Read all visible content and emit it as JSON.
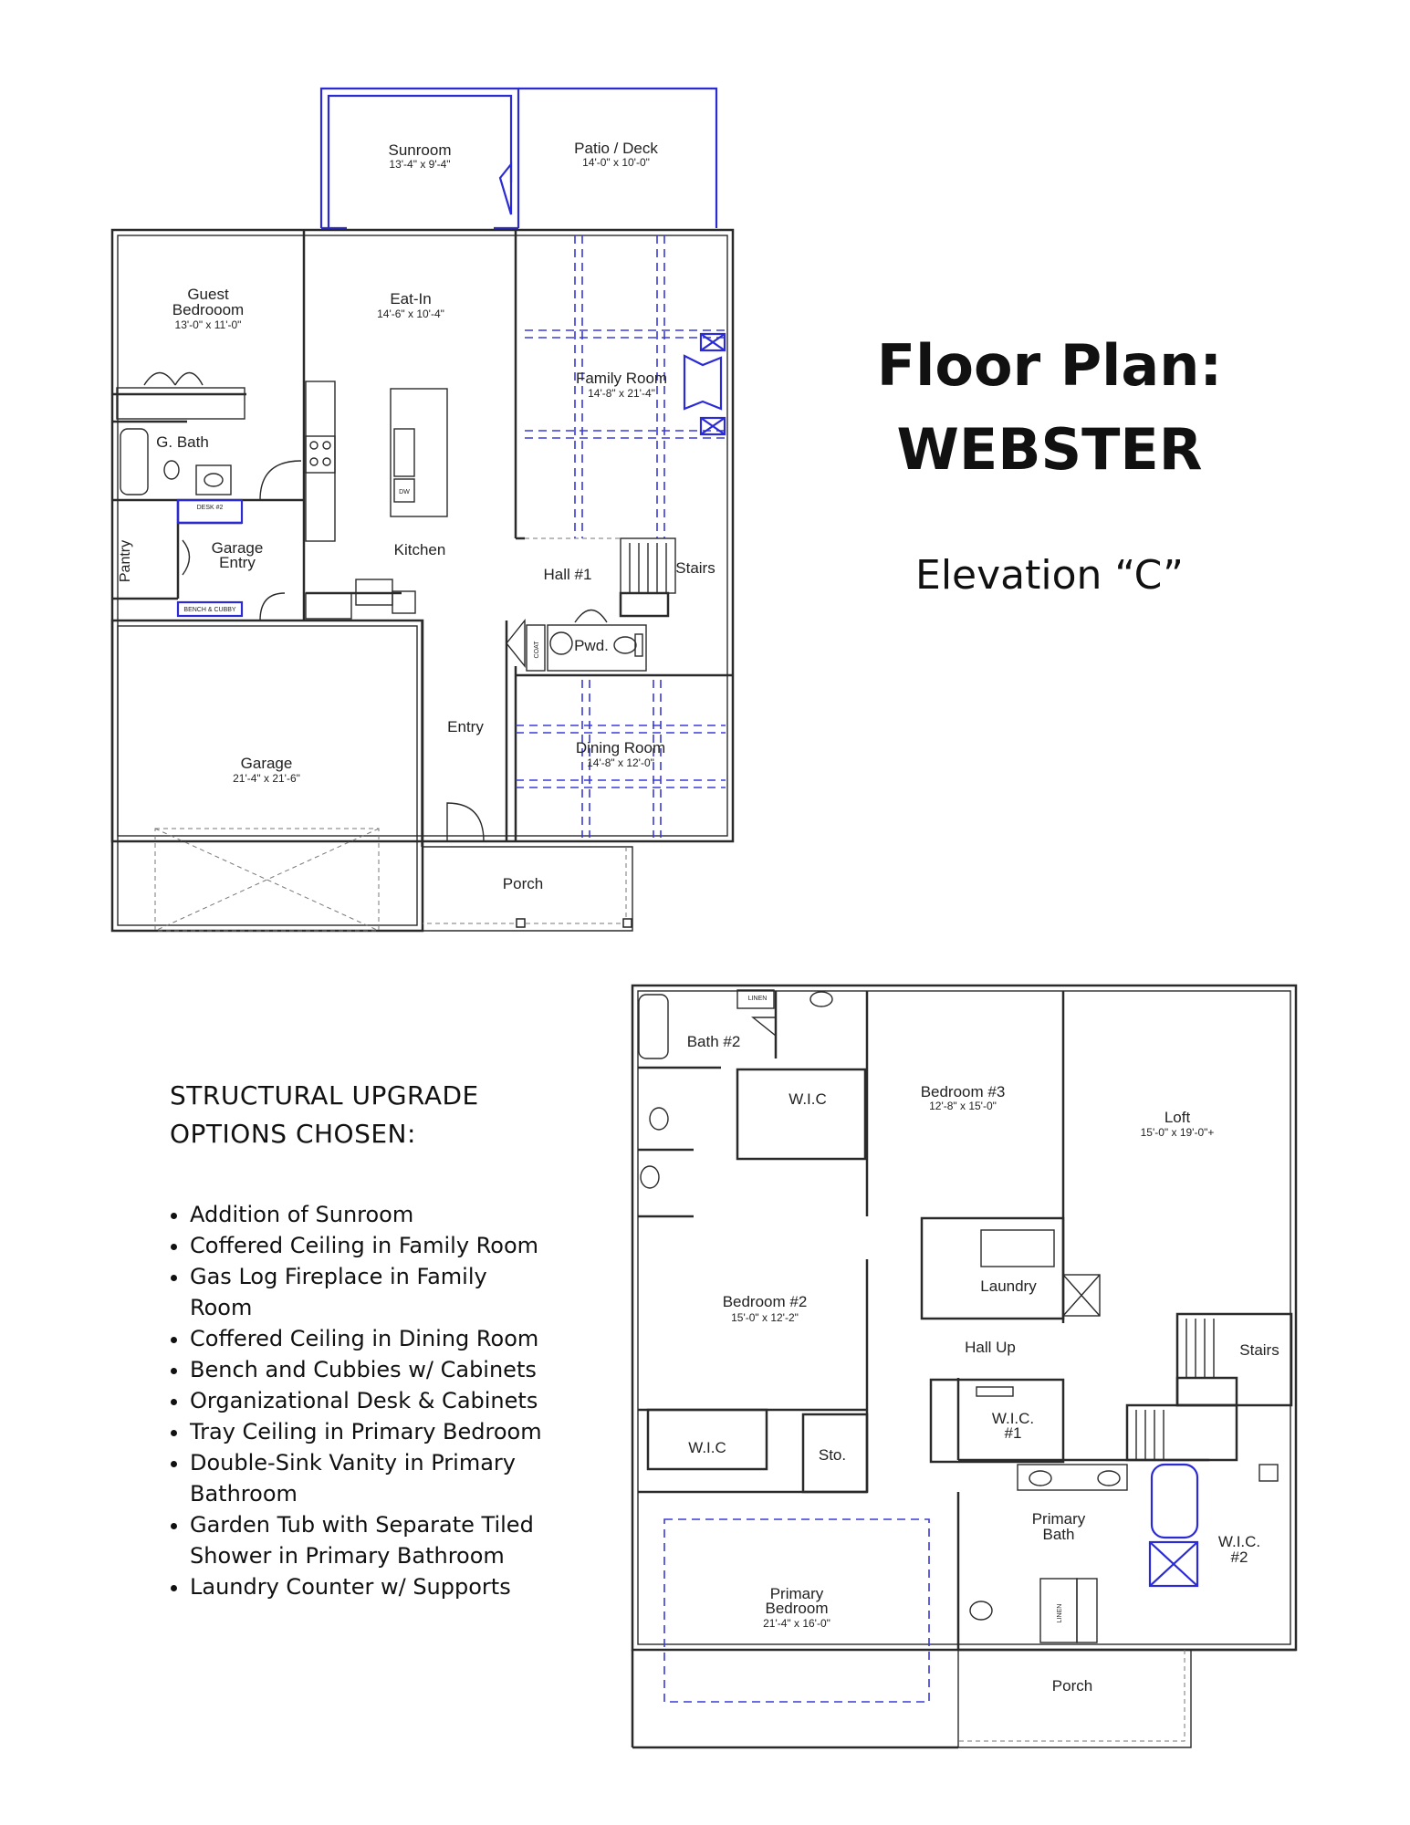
{
  "title": {
    "line1": "Floor Plan:",
    "line2": "WEBSTER"
  },
  "elevation": "Elevation “C”",
  "options": {
    "heading": "STRUCTURAL UPGRADE\nOPTIONS CHOSEN:",
    "items": [
      "Addition of Sunroom",
      "Coffered Ceiling in Family Room",
      "Gas Log Fireplace in Family Room",
      "Coffered Ceiling in Dining Room",
      "Bench and Cubbies w/ Cabinets",
      "Organizational Desk & Cabinets",
      "Tray Ceiling in Primary Bedroom",
      "Double-Sink Vanity in Primary Bathroom",
      "Garden Tub with Separate Tiled Shower in Primary Bathroom",
      "Laundry Counter w/ Supports"
    ]
  },
  "first_floor": {
    "sunroom": {
      "name": "Sunroom",
      "dim": "13'-4\" x 9'-4\""
    },
    "patio": {
      "name": "Patio / Deck",
      "dim": "14'-0\" x 10'-0\""
    },
    "guest_bedroom": {
      "name": "Guest\nBedrooom",
      "dim": "13'-0\" x 11'-0\""
    },
    "eat_in": {
      "name": "Eat-In",
      "dim": "14'-6\" x 10'-4\""
    },
    "family_room": {
      "name": "Family Room",
      "dim": "14'-8\" x 21'-4\""
    },
    "g_bath": "G. Bath",
    "desk": "DESK #2",
    "pantry": "Pantry",
    "garage_entry": "Garage\nEntry",
    "bench": "BENCH & CUBBY",
    "kitchen": "Kitchen",
    "dw": "DW",
    "hall": "Hall #1",
    "stairs": "Stairs",
    "coat": "COAT",
    "pwd": "Pwd.",
    "entry": "Entry",
    "dining_room": {
      "name": "Dining Room",
      "dim": "14'-8\" x 12'-0\""
    },
    "garage": {
      "name": "Garage",
      "dim": "21'-4\" x 21'-6\""
    },
    "porch": "Porch"
  },
  "second_floor": {
    "linen_top": "LINEN",
    "bath2": "Bath #2",
    "wic_top": "W.I.C",
    "bedroom3": {
      "name": "Bedroom #3",
      "dim": "12'-8\" x 15'-0\""
    },
    "loft": {
      "name": "Loft",
      "dim": "15'-0\" x 19'-0\"+"
    },
    "laundry": "Laundry",
    "bedroom2": {
      "name": "Bedroom #2",
      "dim": "15'-0\" x 12'-2\""
    },
    "hall_up": "Hall Up",
    "stairs": "Stairs",
    "wic_bed2": "W.I.C",
    "sto": "Sto.",
    "wic1": "W.I.C.\n#1",
    "primary_bath": "Primary\nBath",
    "wic2": "W.I.C.\n#2",
    "primary_bedroom": {
      "name": "Primary\nBedroom",
      "dim": "21'-4\" x 16'-0\""
    },
    "linen_bottom": "LINEN",
    "porch": "Porch"
  }
}
